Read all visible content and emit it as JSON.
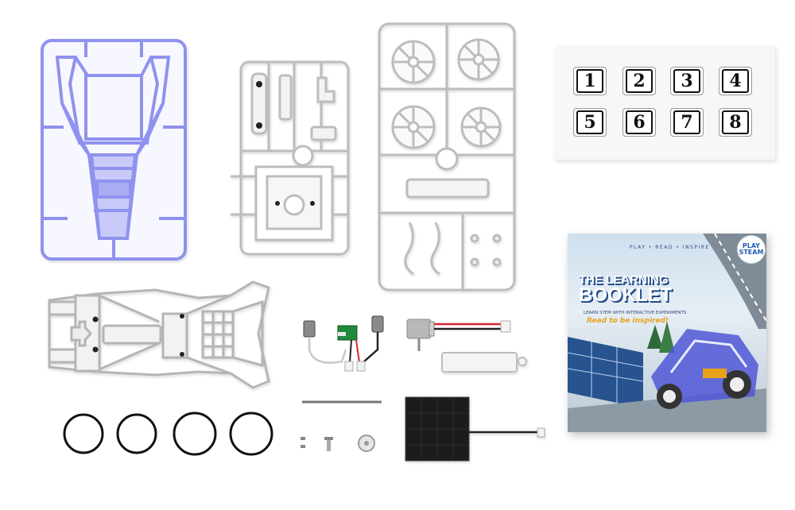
{
  "stickers": [
    "1",
    "2",
    "3",
    "4",
    "5",
    "6",
    "7",
    "8"
  ],
  "booklet": {
    "tagline": "PLAY • READ • INSPIRE",
    "title_line1": "THE LEARNING",
    "title_line2": "BOOKLET",
    "subtitle": "LEARN STEM WITH INTERACTIVE EXPERIMENTS",
    "script": "Read to be inspired!",
    "logo": "PLAY STEAM"
  },
  "colors": {
    "frame_blue": "#8f92ee",
    "plastic_white": "#f1f1f1",
    "plastic_edge": "#b9b9b9",
    "solar_panel": "#1b1b1f",
    "wire_red": "#d9262c",
    "booklet_accent": "#2a5aa0"
  }
}
